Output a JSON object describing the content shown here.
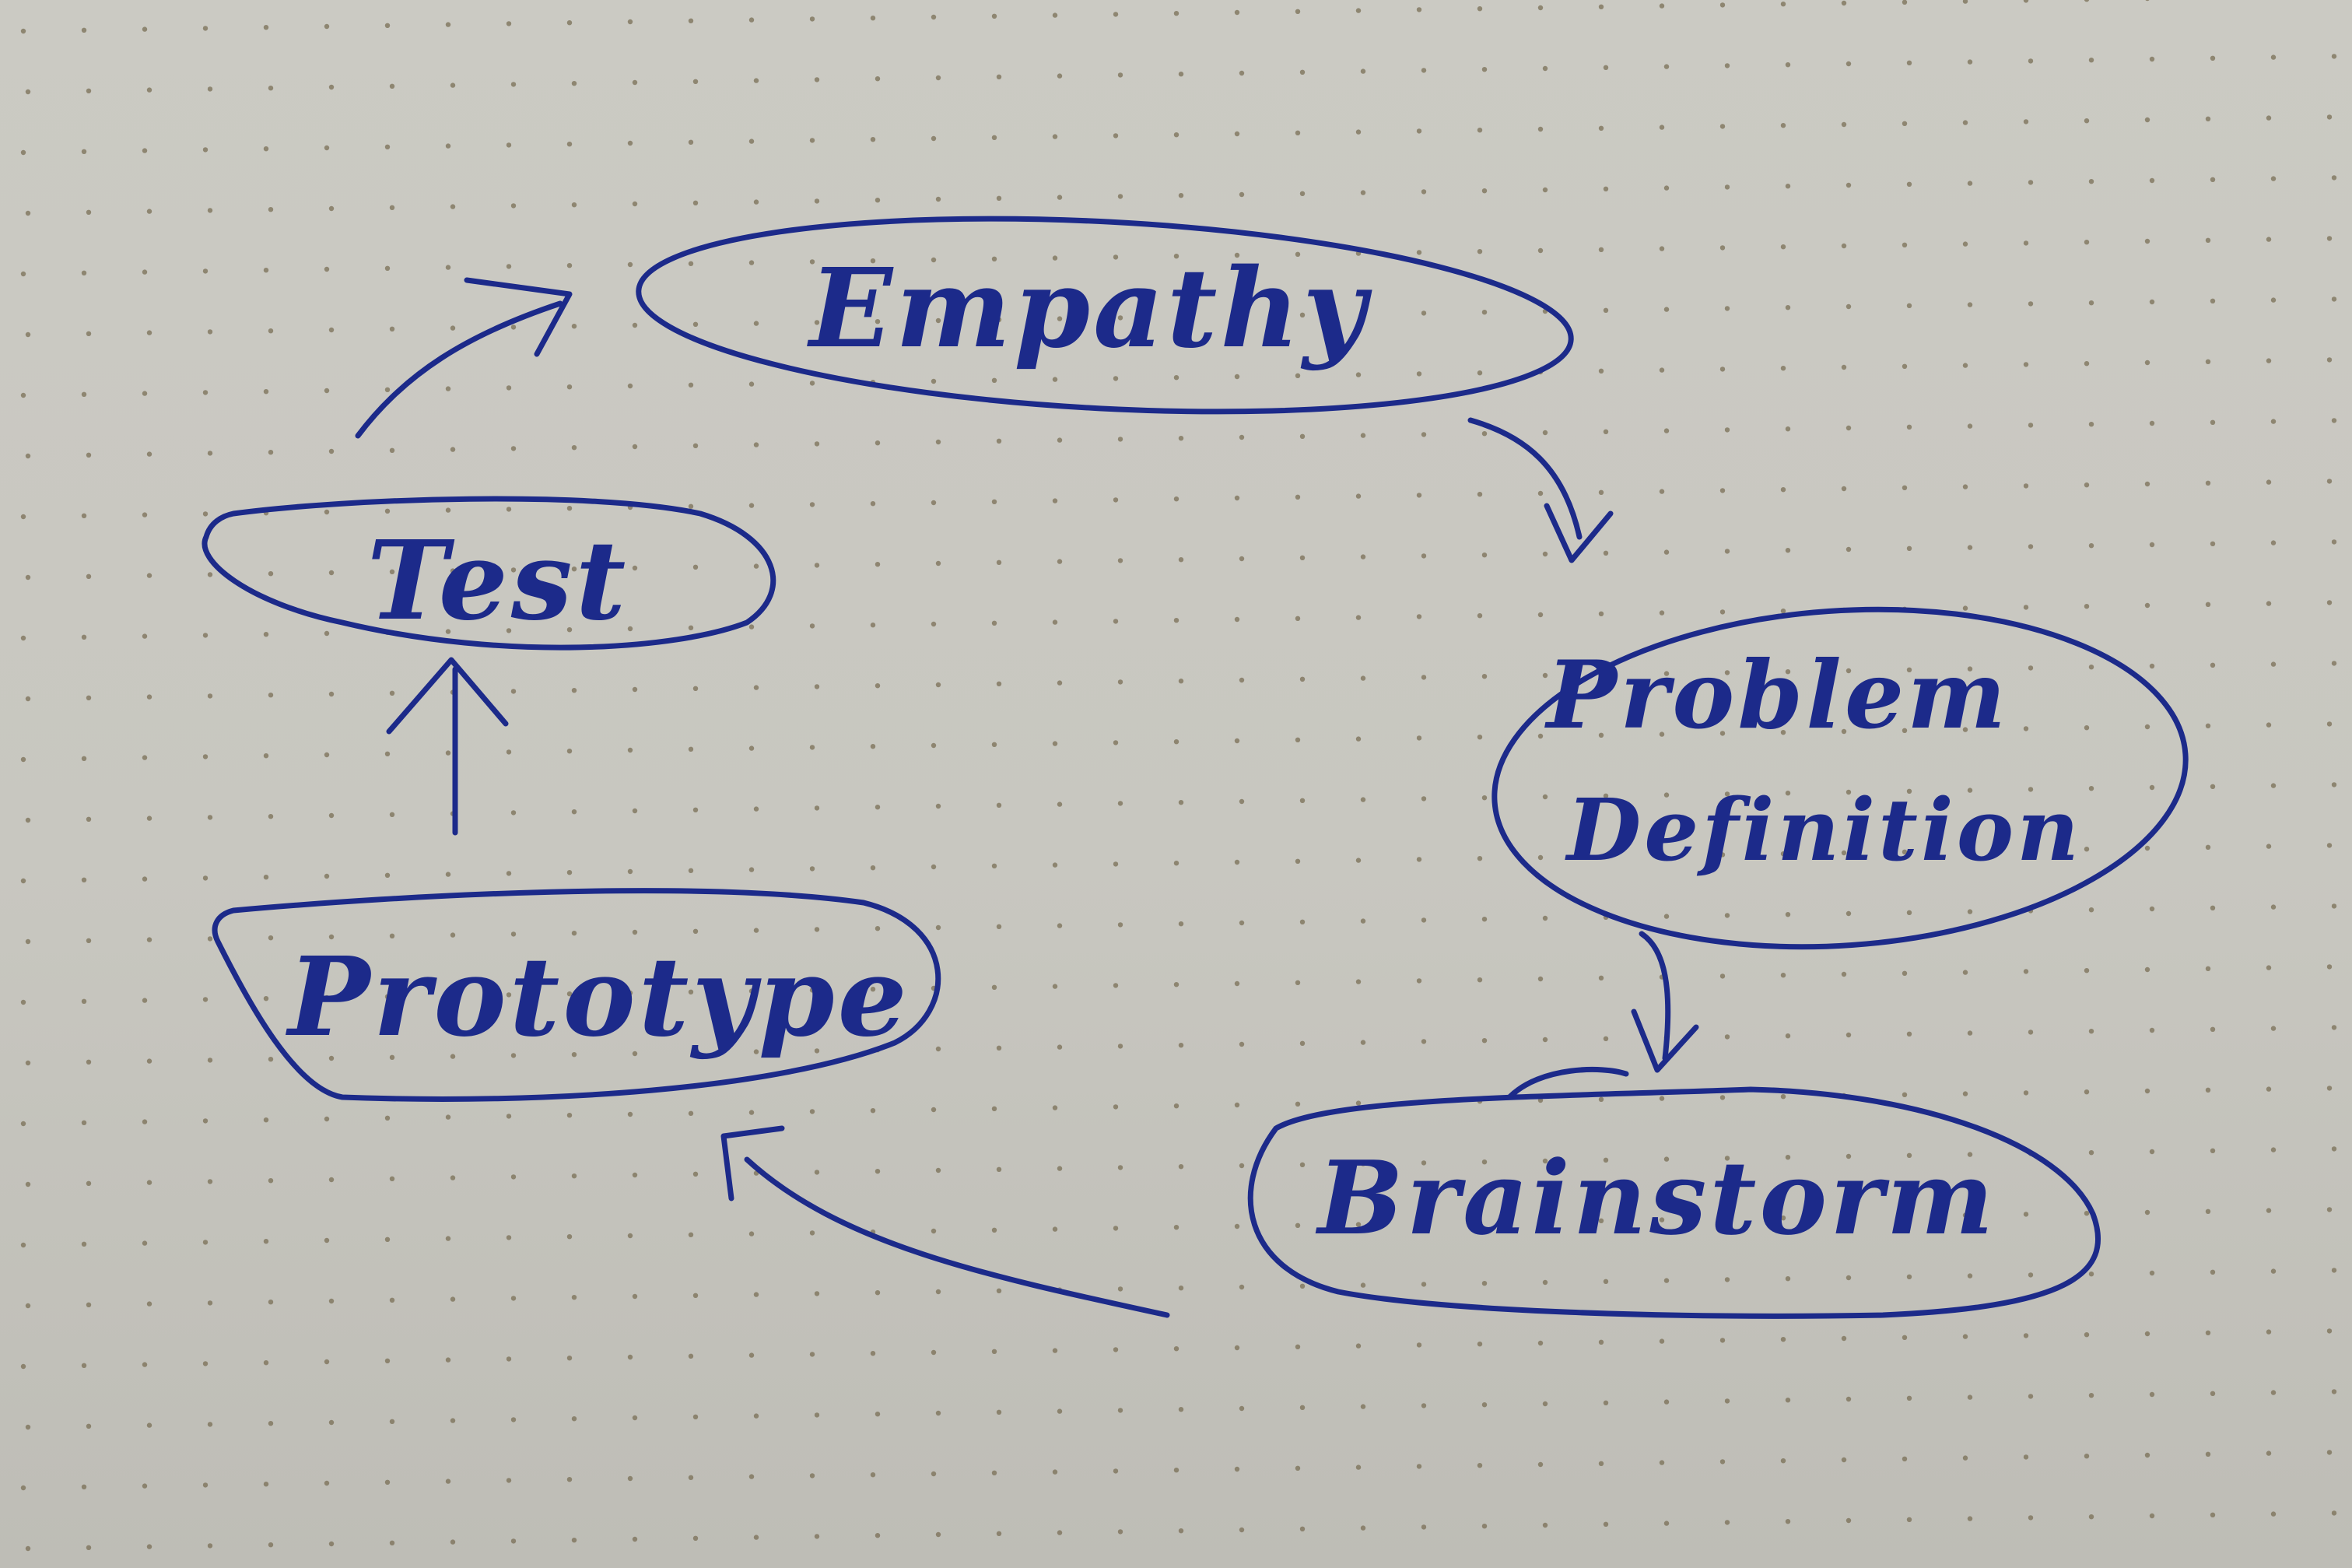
{
  "diagram": {
    "ink_color": "#1c2a8a",
    "paper_color": "#c9c8c1",
    "dot_color": "#7a6f55",
    "nodes": [
      {
        "id": "empathy",
        "label": "Empathy"
      },
      {
        "id": "problem",
        "label": "Problem Definition",
        "lines": [
          "Problem",
          "Definition"
        ]
      },
      {
        "id": "brainstorm",
        "label": "Brainstorm"
      },
      {
        "id": "prototype",
        "label": "Prototype"
      },
      {
        "id": "test",
        "label": "Test"
      }
    ],
    "edges": [
      {
        "from": "empathy",
        "to": "problem"
      },
      {
        "from": "problem",
        "to": "brainstorm"
      },
      {
        "from": "brainstorm",
        "to": "prototype"
      },
      {
        "from": "prototype",
        "to": "test"
      },
      {
        "from": "test",
        "to": "empathy"
      }
    ]
  }
}
